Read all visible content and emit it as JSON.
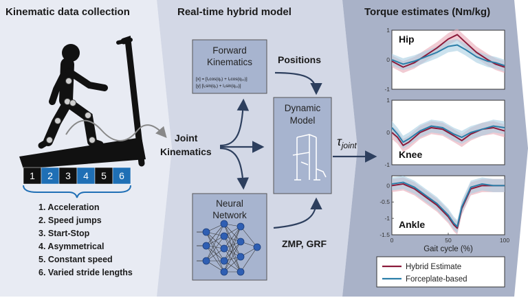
{
  "panels": {
    "left": {
      "title": "Kinematic data collection"
    },
    "middle": {
      "title": "Real-time hybrid model"
    },
    "right": {
      "title": "Torque estimates (Nm/kg)"
    }
  },
  "treadmill": {
    "segments": [
      "1",
      "2",
      "3",
      "4",
      "5",
      "6"
    ],
    "segment_colors": [
      "#111111",
      "#1f6fb5",
      "#111111",
      "#1f6fb5",
      "#111111",
      "#1f6fb5"
    ]
  },
  "conditions": [
    "1. Acceleration",
    "2. Speed jumps",
    "3. Start-Stop",
    "4. Asymmetrical",
    "5. Constant speed",
    "6. Varied stride lengths"
  ],
  "middle": {
    "joint_kinematics_line1": "Joint",
    "joint_kinematics_line2": "Kinematics",
    "forward_kinematics_line1": "Forward",
    "forward_kinematics_line2": "Kinematics",
    "equation_row1": "[x] = [l₁cos(q₁) + l₂cos(q₁₂)]",
    "equation_row2": "[y]   [l₁sin(q₁) + l₂sin(q₁₂)]",
    "positions_label": "Positions",
    "dynamic_model_line1": "Dynamic",
    "dynamic_model_line2": "Model",
    "neural_network_line1": "Neural",
    "neural_network_line2": "Network",
    "zmp_grf_label": "ZMP, GRF",
    "tau_label": "τ",
    "tau_sub": "joint"
  },
  "chart_data": [
    {
      "type": "line",
      "title": "Hip",
      "xlim": [
        0,
        100
      ],
      "ylim": [
        -1,
        1
      ],
      "yticks": [
        "1",
        "0",
        "-1"
      ],
      "x": [
        0,
        10,
        20,
        30,
        40,
        50,
        58,
        65,
        75,
        85,
        92,
        100
      ],
      "series": [
        {
          "name": "Hybrid Estimate",
          "color": "#8b1a3a",
          "values": [
            -0.05,
            -0.25,
            -0.1,
            0.15,
            0.4,
            0.7,
            0.85,
            0.6,
            0.25,
            0.0,
            -0.15,
            -0.25
          ]
        },
        {
          "name": "Forceplate-based",
          "color": "#2a7ea8",
          "values": [
            0.0,
            -0.15,
            -0.05,
            0.1,
            0.25,
            0.45,
            0.5,
            0.35,
            0.1,
            -0.05,
            -0.1,
            -0.2
          ]
        }
      ]
    },
    {
      "type": "line",
      "title": "Knee",
      "xlim": [
        0,
        100
      ],
      "ylim": [
        -1,
        1
      ],
      "yticks": [
        "1",
        "0",
        "-1"
      ],
      "x": [
        0,
        5,
        10,
        15,
        25,
        35,
        45,
        55,
        62,
        70,
        80,
        90,
        100
      ],
      "series": [
        {
          "name": "Hybrid Estimate",
          "color": "#8b1a3a",
          "values": [
            0.0,
            -0.15,
            -0.4,
            -0.3,
            0.0,
            0.15,
            0.1,
            -0.1,
            -0.25,
            -0.05,
            0.1,
            0.15,
            0.05
          ]
        },
        {
          "name": "Forceplate-based",
          "color": "#2a7ea8",
          "values": [
            0.15,
            -0.05,
            -0.3,
            -0.2,
            0.05,
            0.2,
            0.15,
            -0.05,
            -0.15,
            0.0,
            0.1,
            0.2,
            0.15
          ]
        }
      ]
    },
    {
      "type": "line",
      "title": "Ankle",
      "xlim": [
        0,
        100
      ],
      "ylim": [
        -1.5,
        0.3
      ],
      "yticks": [
        "0",
        "-0.5",
        "-1",
        "-1.5"
      ],
      "xticks": [
        "0",
        "50",
        "100"
      ],
      "xlabel": "Gait cycle (%)",
      "x": [
        0,
        10,
        20,
        30,
        40,
        50,
        55,
        58,
        62,
        70,
        80,
        90,
        100
      ],
      "series": [
        {
          "name": "Hybrid Estimate",
          "color": "#8b1a3a",
          "values": [
            0.0,
            0.05,
            -0.1,
            -0.35,
            -0.6,
            -0.95,
            -1.2,
            -1.3,
            -0.7,
            -0.1,
            0.0,
            0.0,
            0.0
          ]
        },
        {
          "name": "Forceplate-based",
          "color": "#2a7ea8",
          "values": [
            0.05,
            0.1,
            -0.05,
            -0.3,
            -0.55,
            -0.9,
            -1.15,
            -1.25,
            -0.65,
            -0.05,
            0.05,
            0.0,
            0.0
          ]
        }
      ]
    }
  ],
  "legend": [
    {
      "label": "Hybrid Estimate",
      "color": "#8b1a3a"
    },
    {
      "label": "Forceplate-based",
      "color": "#2a7ea8"
    }
  ],
  "colors": {
    "left_bg": "#e8ebf3",
    "middle_bg": "#d3d8e6",
    "right_bg": "#a9b2c8",
    "box_fill": "#a7b4cf",
    "arrow": "#2d3f5e",
    "hybrid_band": "#e8a9b6",
    "forceplate_band": "#a9cfe3"
  }
}
